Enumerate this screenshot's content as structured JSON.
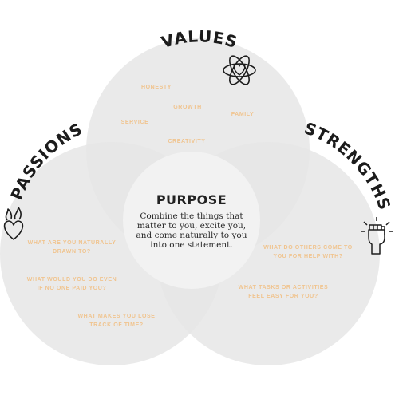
{
  "colors": {
    "circle_fill": "#e6e6e6",
    "center_fill": "#f2f2f2",
    "accent_text": "#f0c48f",
    "title_text": "#1c1c1c"
  },
  "values": {
    "title": "VALUES",
    "icon": "heart-atom-icon",
    "items": [
      "HONESTY",
      "GROWTH",
      "FAMILY",
      "SERVICE",
      "CREATIVITY"
    ]
  },
  "passions": {
    "title": "PASSIONS",
    "icon": "flaming-heart-icon",
    "questions": [
      [
        "WHAT ARE YOU NATURALLY",
        "DRAWN TO?"
      ],
      [
        "WHAT WOULD YOU DO EVEN",
        "IF NO ONE PAID YOU?"
      ],
      [
        "WHAT MAKES YOU LOSE",
        "TRACK OF TIME?"
      ]
    ]
  },
  "strengths": {
    "title": "STRENGTHS",
    "icon": "raised-fist-icon",
    "questions": [
      [
        "WHAT DO OTHERS COME TO",
        "YOU FOR HELP WITH?"
      ],
      [
        "WHAT TASKS OR ACTIVITIES",
        "FEEL EASY FOR YOU?"
      ]
    ]
  },
  "purpose": {
    "title": "PURPOSE",
    "lines": [
      "Combine the things that",
      "matter to you, excite you,",
      "and come naturally to you",
      "into one statement."
    ]
  }
}
